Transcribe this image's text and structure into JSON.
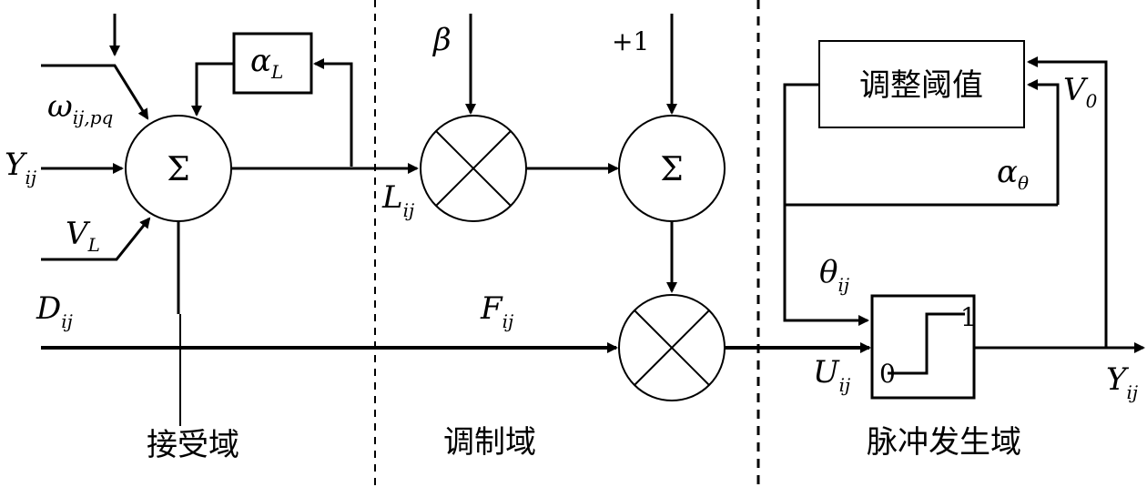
{
  "labels": {
    "omega": "ω",
    "omega_sub": "ij,pq",
    "Y_in": "Y",
    "Y_in_sub": "ij",
    "V_L": "V",
    "V_L_sub": "L",
    "D": "D",
    "D_sub": "ij",
    "alpha_L": "α",
    "alpha_L_sub": "L",
    "beta": "β",
    "plus_one": "+1",
    "L": "L",
    "L_sub": "ij",
    "F": "F",
    "F_sub": "ij",
    "sigma": "Σ",
    "adjust_threshold": "调整阈值",
    "V_0": "V",
    "V_0_sub": "0",
    "alpha_theta": "α",
    "alpha_theta_sub": "θ",
    "theta": "θ",
    "theta_sub": "ij",
    "U": "U",
    "U_sub": "ij",
    "Y_out": "Y",
    "Y_out_sub": "ij",
    "pulse_one": "1",
    "pulse_zero": "0"
  },
  "domains": {
    "receive": "接受域",
    "modulation": "调制域",
    "pulse": "脉冲发生域"
  }
}
